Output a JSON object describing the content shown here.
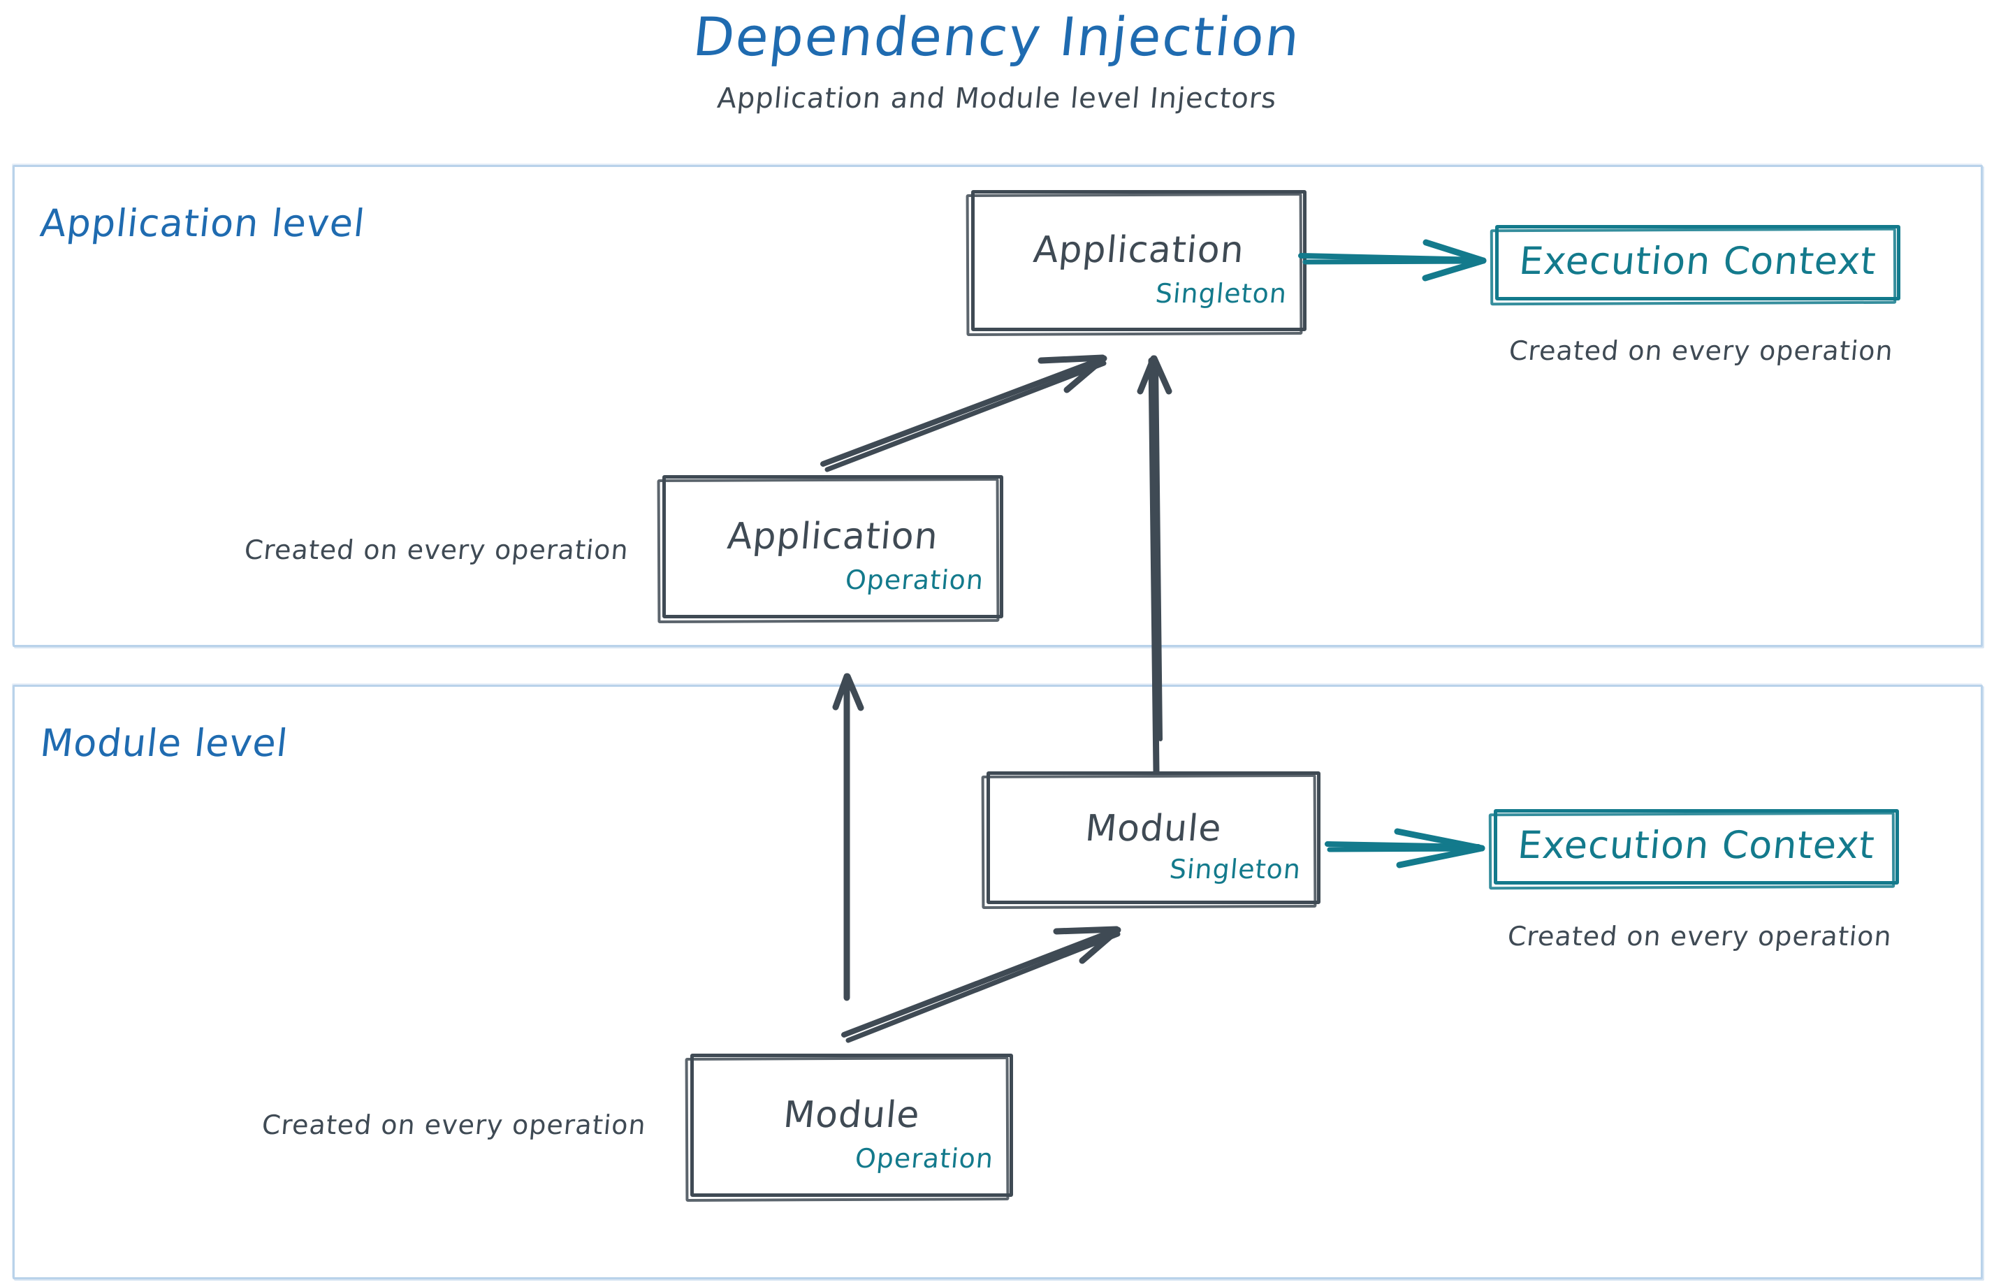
{
  "header": {
    "title": "Dependency Injection",
    "subtitle": "Application and Module level Injectors"
  },
  "colors": {
    "title_blue": "#1f6bb0",
    "panel_border": "#b9d2ea",
    "ink_gray": "#3f4a54",
    "accent_teal": "#137a8c"
  },
  "panels": [
    {
      "label": "Application level"
    },
    {
      "label": "Module level"
    }
  ],
  "application_level": {
    "singleton_box": {
      "title": "Application",
      "scope": "Singleton"
    },
    "operation_box": {
      "title": "Application",
      "scope": "Operation"
    },
    "execution_context": {
      "title": "Execution Context"
    },
    "execution_context_note": "Created on every operation",
    "operation_note": "Created on every operation"
  },
  "module_level": {
    "singleton_box": {
      "title": "Module",
      "scope": "Singleton"
    },
    "operation_box": {
      "title": "Module",
      "scope": "Operation"
    },
    "execution_context": {
      "title": "Execution Context"
    },
    "execution_context_note": "Created on every operation",
    "operation_note": "Created on every operation"
  },
  "edges": [
    {
      "name": "application-operation-to-application-singleton",
      "style": "sketch-arrow",
      "color": "#3f4a54"
    },
    {
      "name": "application-singleton-to-execution-context",
      "style": "sketch-arrow",
      "color": "#137a8c"
    },
    {
      "name": "module-singleton-to-application-singleton",
      "style": "sketch-arrow",
      "color": "#3f4a54"
    },
    {
      "name": "module-operation-to-module-singleton",
      "style": "sketch-arrow",
      "color": "#3f4a54"
    },
    {
      "name": "module-singleton-to-module-execution-context",
      "style": "sketch-arrow",
      "color": "#137a8c"
    },
    {
      "name": "module-operation-to-application-operation",
      "style": "sketch-arrow",
      "color": "#3f4a54"
    }
  ]
}
